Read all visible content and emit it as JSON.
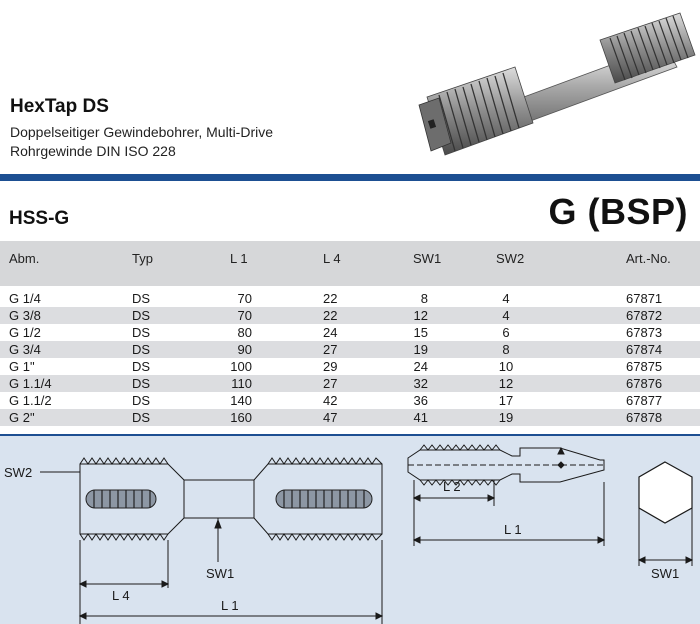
{
  "product": {
    "title": "HexTap DS",
    "line1": "Doppelseitiger Gewindebohrer, Multi-Drive",
    "line2": "Rohrgewinde DIN ISO 228"
  },
  "section": {
    "material": "HSS-G",
    "thread_standard": "G (BSP)"
  },
  "table": {
    "headers": {
      "abm": "Abm.",
      "typ": "Typ",
      "l1": "L 1",
      "l4": "L 4",
      "sw1": "SW1",
      "sw2": "SW2",
      "art": "Art.-No."
    },
    "rows": [
      {
        "abm": "G 1/4",
        "typ": "DS",
        "l1": "70",
        "l4": "22",
        "sw1": "8",
        "sw2": "4",
        "art": "67871"
      },
      {
        "abm": "G 3/8",
        "typ": "DS",
        "l1": "70",
        "l4": "22",
        "sw1": "12",
        "sw2": "4",
        "art": "67872"
      },
      {
        "abm": "G 1/2",
        "typ": "DS",
        "l1": "80",
        "l4": "24",
        "sw1": "15",
        "sw2": "6",
        "art": "67873"
      },
      {
        "abm": "G 3/4",
        "typ": "DS",
        "l1": "90",
        "l4": "27",
        "sw1": "19",
        "sw2": "8",
        "art": "67874"
      },
      {
        "abm": "G 1\"",
        "typ": "DS",
        "l1": "100",
        "l4": "29",
        "sw1": "24",
        "sw2": "10",
        "art": "67875"
      },
      {
        "abm": "G 1.1/4",
        "typ": "DS",
        "l1": "110",
        "l4": "27",
        "sw1": "32",
        "sw2": "12",
        "art": "67876"
      },
      {
        "abm": "G 1.1/2",
        "typ": "DS",
        "l1": "140",
        "l4": "42",
        "sw1": "36",
        "sw2": "17",
        "art": "67877"
      },
      {
        "abm": "G 2\"",
        "typ": "DS",
        "l1": "160",
        "l4": "47",
        "sw1": "41",
        "sw2": "19",
        "art": "67878"
      }
    ]
  },
  "drawing": {
    "left_labels": {
      "sw2": "SW2",
      "l4": "L 4",
      "sw1": "SW1",
      "l1": "L 1"
    },
    "middle_labels": {
      "l2": "L 2",
      "l1": "L 1"
    },
    "right_labels": {
      "sw1": "SW1"
    }
  },
  "colors": {
    "accent_blue": "#1d4f92",
    "table_header_bg": "#d6d7d9",
    "row_stripe_bg": "#dcdde0",
    "drawing_bg": "#d9e3ef"
  }
}
